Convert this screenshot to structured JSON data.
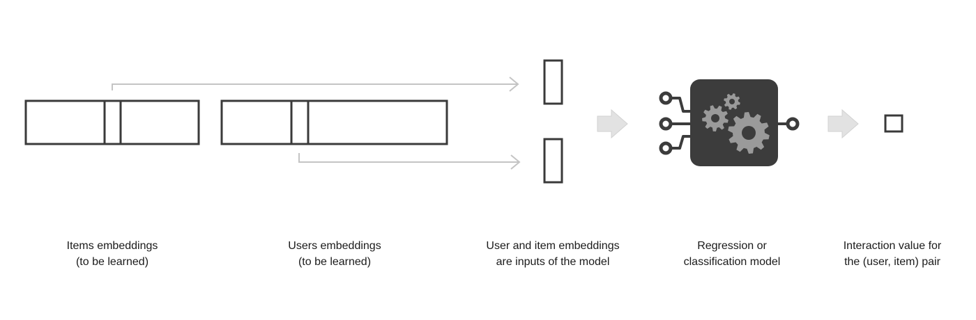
{
  "captions": {
    "items": {
      "line1": "Items embeddings",
      "line2": "(to be learned)"
    },
    "users": {
      "line1": "Users embeddings",
      "line2": "(to be learned)"
    },
    "inputs": {
      "line1": "User and item embeddings",
      "line2": "are inputs of the model"
    },
    "model": {
      "line1": "Regression or",
      "line2": "classification model"
    },
    "output": {
      "line1": "Interaction value for",
      "line2": "the (user, item) pair"
    }
  },
  "icons": {
    "model": "gears-circuit-icon",
    "arrows": "block-arrow-right-icon"
  },
  "colors": {
    "stroke": "#3a3a3a",
    "connector": "#c4c4c4",
    "arrow_fill": "#e2e2e2",
    "model_box": "#3c3c3c",
    "gear": "#9a9a9a"
  }
}
